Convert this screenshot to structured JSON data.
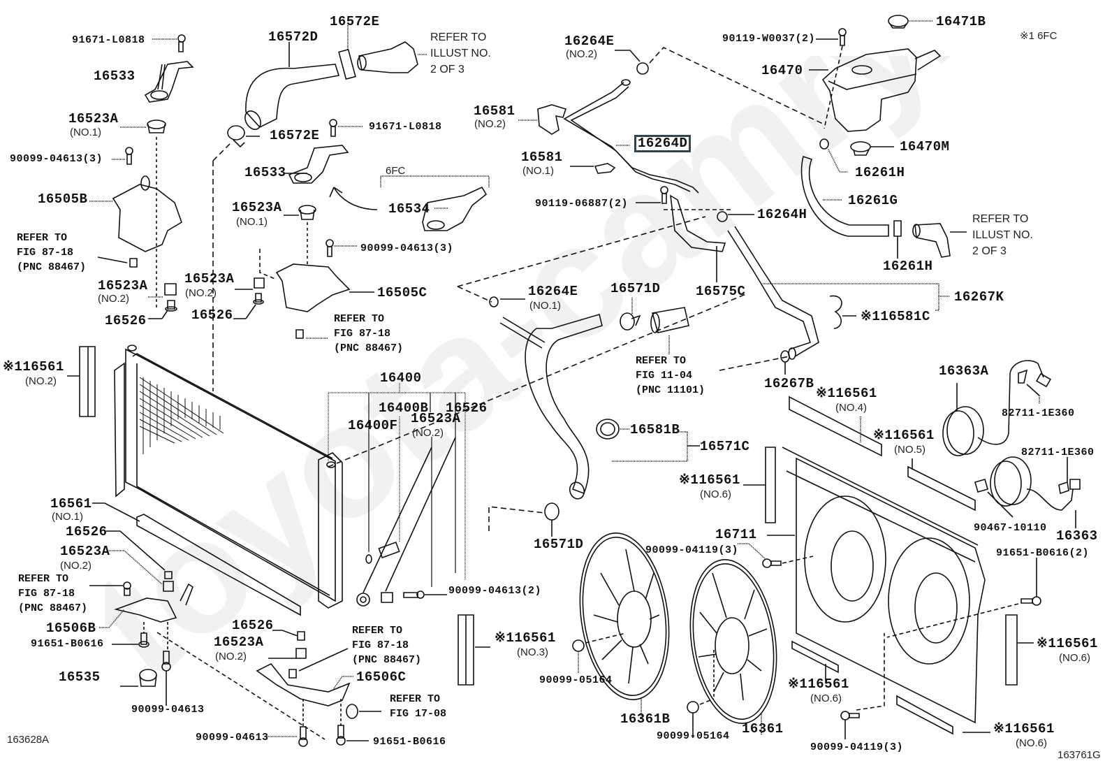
{
  "diagram": {
    "title": "Radiator & Water Outlet / Cooling Fan parts diagram",
    "highlighted_part": "16264D",
    "highlight_color": "#2d4654",
    "watermark_text": "toyota-camry.ru",
    "figure_codes": {
      "left": "163628A",
      "right": "163761G"
    },
    "footnote": "※1 6FC",
    "variant_label": "6FC"
  },
  "labels": {
    "p91671_L0818_a": "91671-L0818",
    "p16533_a": "16533",
    "p16523A_no1_a": "16523A",
    "p16523A_no1_a_sub": "(NO.1)",
    "p90099_04613_3_a": "90099-04613(3)",
    "p16505B": "16505B",
    "refer_fig_87_18_a": "REFER TO\nFIG 87-18\n(PNC 88467)",
    "p16523A_no2_a": "16523A",
    "p16523A_no2_a_sub": "(NO.2)",
    "p16526_a": "16526",
    "p16523A_no2_b": "16523A",
    "p16523A_no2_b_sub": "(NO.2)",
    "p16526_b": "16526",
    "p16572D": "16572D",
    "p16572E_a": "16572E",
    "refer_illust_a": "REFER TO\nILLUST NO.\n2 OF 3",
    "p16572E_b": "16572E",
    "p91671_L0818_b": "91671-L0818",
    "p16533_b": "16533",
    "p6FC": "6FC",
    "p16534": "16534",
    "p16523A_no1_b": "16523A",
    "p16523A_no1_b_sub": "(NO.1)",
    "p90099_04613_3_b": "90099-04613(3)",
    "p16505C": "16505C",
    "refer_fig_87_18_b": "REFER TO\nFIG 87-18\n(PNC 88467)",
    "p16264E_no2": "16264E",
    "p16264E_no2_sub": "(NO.2)",
    "p16581_no2": "16581",
    "p16581_no2_sub": "(NO.2)",
    "p16264D": "16264D",
    "p16581_no1": "16581",
    "p16581_no1_sub": "(NO.1)",
    "p90119_06887_2": "90119-06887(2)",
    "p16264H": "16264H",
    "p16575C": "16575C",
    "p16264E_no1": "16264E",
    "p16264E_no1_sub": "(NO.1)",
    "p16571D_a": "16571D",
    "refer_fig_11_04": "REFER TO\nFIG 11-04\n(PNC 11101)",
    "p90119_W0037_2": "90119-W0037(2)",
    "p16471B": "16471B",
    "p16470": "16470",
    "p16470M": "16470M",
    "p16261H_a": "16261H",
    "p16261G": "16261G",
    "refer_illust_b": "REFER TO\nILLUST NO.\n2 OF 3",
    "p16261H_b": "16261H",
    "p16267K": "16267K",
    "p16581C": "※116581C",
    "p16267B": "16267B",
    "p16561_no4": "※116561",
    "p16561_no4_sub": "(NO.4)",
    "p16363A": "16363A",
    "p82711_1E360_a": "82711-1E360",
    "p16561_no5": "※116561",
    "p16561_no5_sub": "(NO.5)",
    "p82711_1E360_b": "82711-1E360",
    "p16561_no2": "※116561",
    "p16561_no2_sub": "(NO.2)",
    "p16400": "16400",
    "p16400B": "16400B",
    "p16526_c": "16526",
    "p16400F": "16400F",
    "p16523A_no2_c": "16523A",
    "p16523A_no2_c_sub": "(NO.2)",
    "p16581B": "16581B",
    "p16571C": "16571C",
    "p16561_no6_a": "※116561",
    "p16561_no6_a_sub": "(NO.6)",
    "p16571D_b": "16571D",
    "p16711": "16711",
    "p90099_04119_3_a": "90099-04119(3)",
    "p90467_10110": "90467-10110",
    "p16363": "16363",
    "p91651_B0616_2": "91651-B0616(2)",
    "p16561_no1": "16561",
    "p16561_no1_sub": "(NO.1)",
    "p16526_d": "16526",
    "p16523A_no2_d": "16523A",
    "p16523A_no2_d_sub": "(NO.2)",
    "refer_fig_87_18_c": "REFER TO\nFIG 87-18\n(PNC 88467)",
    "p16506B": "16506B",
    "p91651_B0616_a": "91651-B0616",
    "p16535": "16535",
    "p90099_04613_a": "90099-04613",
    "p90099_04613_2": "90099-04613(2)",
    "p16561_no3": "※116561",
    "p16561_no3_sub": "(NO.3)",
    "p16526_e": "16526",
    "p16523A_no2_e": "16523A",
    "p16523A_no2_e_sub": "(NO.2)",
    "refer_fig_87_18_d": "REFER TO\nFIG 87-18\n(PNC 88467)",
    "p16506C": "16506C",
    "refer_fig_17_08": "REFER TO\nFIG 17-08",
    "p90099_04613_b": "90099-04613",
    "p91651_B0616_b": "91651-B0616",
    "p90099_05164_a": "90099-05164",
    "p16361B": "16361B",
    "p90099_05164_b": "90099-05164",
    "p16361": "16361",
    "p16561_no6_b": "※116561",
    "p16561_no6_b_sub": "(NO.6)",
    "p90099_04119_3_b": "90099-04119(3)",
    "p16561_no6_c": "※116561",
    "p16561_no6_c_sub": "(NO.6)",
    "p16561_no6_d": "※116561",
    "p16561_no6_d_sub": "(NO.6)"
  }
}
